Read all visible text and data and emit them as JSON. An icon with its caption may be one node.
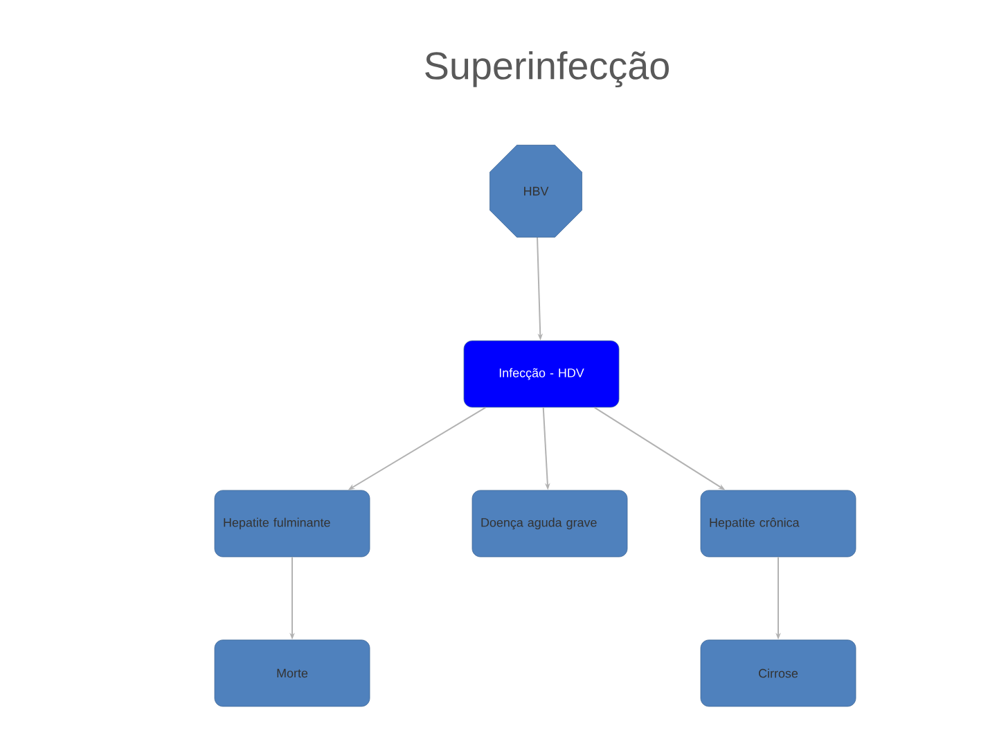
{
  "diagram": {
    "title": "Superinfecção",
    "nodes": [
      {
        "text": [
          "HBV"
        ]
      },
      {
        "text": [
          "Infecção - HDV"
        ]
      },
      {
        "text": [
          "Hepatite fulminante"
        ]
      },
      {
        "text": [
          "Doença aguda grave"
        ]
      },
      {
        "text": [
          "Hepatite crônica"
        ]
      },
      {
        "text": [
          "Morte"
        ]
      },
      {
        "text": [
          "Cirrose"
        ]
      }
    ],
    "edges": [
      {
        "from": 0,
        "to": 1,
        "arrow": "to"
      },
      {
        "from": 1,
        "to": 2,
        "arrow": "to"
      },
      {
        "from": 1,
        "to": 3,
        "arrow": "to"
      },
      {
        "from": 1,
        "to": 4,
        "arrow": "to"
      },
      {
        "from": 2,
        "to": 5,
        "arrow": "to"
      },
      {
        "from": 4,
        "to": 6,
        "arrow": "to"
      }
    ]
  }
}
